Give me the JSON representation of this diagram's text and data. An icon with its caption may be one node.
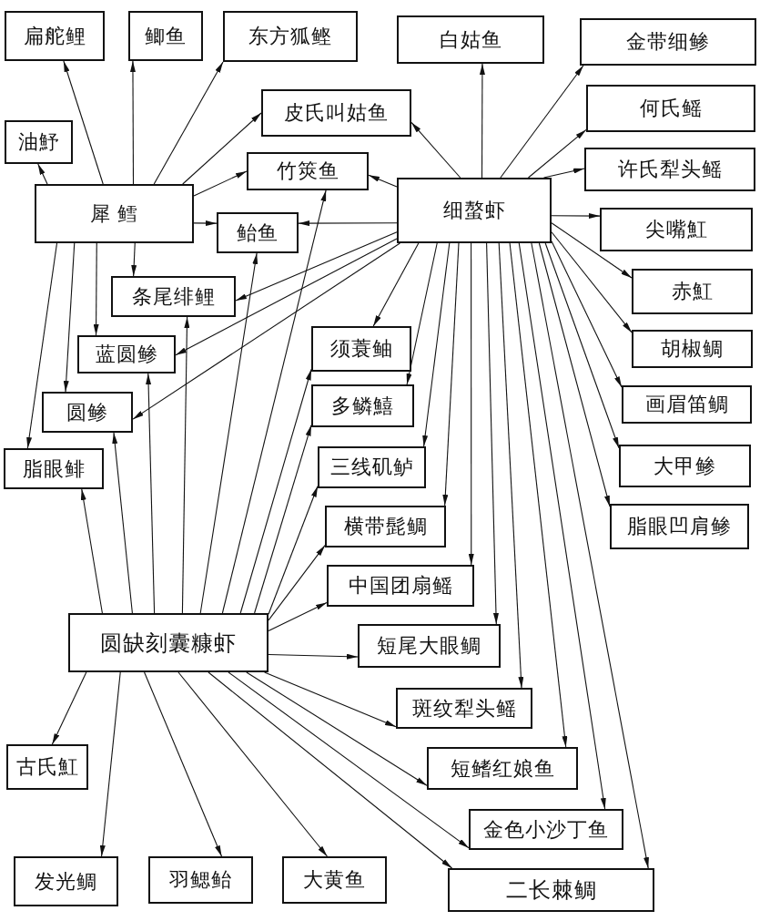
{
  "diagram": {
    "nodes": [
      {
        "text": [
          "扁舵鲤"
        ]
      },
      {
        "text": [
          "鲫鱼"
        ]
      },
      {
        "text": [
          "东方狐鲣"
        ]
      },
      {
        "text": [
          "白姑鱼"
        ]
      },
      {
        "text": [
          "金带细鲹"
        ]
      },
      {
        "text": [
          "皮氏叫姑鱼"
        ]
      },
      {
        "text": [
          "油魣"
        ]
      },
      {
        "text": [
          "何氏鳐"
        ]
      },
      {
        "text": [
          "竹筴鱼"
        ]
      },
      {
        "text": [
          "许氏犁头鳐"
        ]
      },
      {
        "text": [
          "犀 鳕"
        ]
      },
      {
        "text": [
          "细螯虾"
        ]
      },
      {
        "text": [
          "鲐鱼"
        ]
      },
      {
        "text": [
          "尖嘴魟"
        ]
      },
      {
        "text": [
          "条尾绯鲤"
        ]
      },
      {
        "text": [
          "赤魟"
        ]
      },
      {
        "text": [
          "蓝圆鲹"
        ]
      },
      {
        "text": [
          "须蓑鲉"
        ]
      },
      {
        "text": [
          "胡椒鲷"
        ]
      },
      {
        "text": [
          "圆鲹"
        ]
      },
      {
        "text": [
          "多鳞鱚"
        ]
      },
      {
        "text": [
          "画眉笛鲷"
        ]
      },
      {
        "text": [
          "脂眼鲱"
        ]
      },
      {
        "text": [
          "三线矶鲈"
        ]
      },
      {
        "text": [
          "大甲鲹"
        ]
      },
      {
        "text": [
          "横带髭鲷"
        ]
      },
      {
        "text": [
          "脂眼凹肩鲹"
        ]
      },
      {
        "text": [
          "中国团扇鳐"
        ]
      },
      {
        "text": [
          "圆缺刻囊糠虾"
        ]
      },
      {
        "text": [
          "短尾大眼鲷"
        ]
      },
      {
        "text": [
          "斑纹犁头鳐"
        ]
      },
      {
        "text": [
          "古氏魟"
        ]
      },
      {
        "text": [
          "短鳍红娘鱼"
        ]
      },
      {
        "text": [
          "金色小沙丁鱼"
        ]
      },
      {
        "text": [
          "发光鲷"
        ]
      },
      {
        "text": [
          "羽鳃鲐"
        ]
      },
      {
        "text": [
          "大黄鱼"
        ]
      },
      {
        "text": [
          "二长棘鲷"
        ]
      }
    ],
    "edges": [
      {
        "from": 10,
        "to": 0,
        "arrow": "to"
      },
      {
        "from": 10,
        "to": 1,
        "arrow": "to"
      },
      {
        "from": 10,
        "to": 2,
        "arrow": "to"
      },
      {
        "from": 10,
        "to": 5,
        "arrow": "to"
      },
      {
        "from": 10,
        "to": 6,
        "arrow": "to"
      },
      {
        "from": 10,
        "to": 8,
        "arrow": "to"
      },
      {
        "from": 10,
        "to": 12,
        "arrow": "to"
      },
      {
        "from": 10,
        "to": 14,
        "arrow": "to"
      },
      {
        "from": 10,
        "to": 16,
        "arrow": "to"
      },
      {
        "from": 10,
        "to": 19,
        "arrow": "to"
      },
      {
        "from": 10,
        "to": 22,
        "arrow": "to"
      },
      {
        "from": 11,
        "to": 3,
        "arrow": "to"
      },
      {
        "from": 11,
        "to": 4,
        "arrow": "to"
      },
      {
        "from": 11,
        "to": 5,
        "arrow": "to"
      },
      {
        "from": 11,
        "to": 7,
        "arrow": "to"
      },
      {
        "from": 11,
        "to": 9,
        "arrow": "to"
      },
      {
        "from": 11,
        "to": 13,
        "arrow": "to"
      },
      {
        "from": 11,
        "to": 15,
        "arrow": "to"
      },
      {
        "from": 11,
        "to": 18,
        "arrow": "to"
      },
      {
        "from": 11,
        "to": 21,
        "arrow": "to"
      },
      {
        "from": 11,
        "to": 24,
        "arrow": "to"
      },
      {
        "from": 11,
        "to": 26,
        "arrow": "to"
      },
      {
        "from": 11,
        "to": 8,
        "arrow": "to"
      },
      {
        "from": 11,
        "to": 12,
        "arrow": "to"
      },
      {
        "from": 11,
        "to": 14,
        "arrow": "to"
      },
      {
        "from": 11,
        "to": 16,
        "arrow": "to"
      },
      {
        "from": 11,
        "to": 19,
        "arrow": "to"
      },
      {
        "from": 11,
        "to": 17,
        "arrow": "to"
      },
      {
        "from": 11,
        "to": 20,
        "arrow": "to"
      },
      {
        "from": 11,
        "to": 23,
        "arrow": "to"
      },
      {
        "from": 11,
        "to": 25,
        "arrow": "to"
      },
      {
        "from": 11,
        "to": 27,
        "arrow": "to"
      },
      {
        "from": 11,
        "to": 29,
        "arrow": "to"
      },
      {
        "from": 11,
        "to": 30,
        "arrow": "to"
      },
      {
        "from": 11,
        "to": 32,
        "arrow": "to"
      },
      {
        "from": 11,
        "to": 33,
        "arrow": "to"
      },
      {
        "from": 11,
        "to": 37,
        "arrow": "to"
      },
      {
        "from": 28,
        "to": 22,
        "arrow": "to"
      },
      {
        "from": 28,
        "to": 19,
        "arrow": "to"
      },
      {
        "from": 28,
        "to": 16,
        "arrow": "to"
      },
      {
        "from": 28,
        "to": 14,
        "arrow": "to"
      },
      {
        "from": 28,
        "to": 12,
        "arrow": "to"
      },
      {
        "from": 28,
        "to": 8,
        "arrow": "to"
      },
      {
        "from": 28,
        "to": 17,
        "arrow": "to"
      },
      {
        "from": 28,
        "to": 20,
        "arrow": "to"
      },
      {
        "from": 28,
        "to": 23,
        "arrow": "to"
      },
      {
        "from": 28,
        "to": 25,
        "arrow": "to"
      },
      {
        "from": 28,
        "to": 27,
        "arrow": "to"
      },
      {
        "from": 28,
        "to": 29,
        "arrow": "to"
      },
      {
        "from": 28,
        "to": 30,
        "arrow": "to"
      },
      {
        "from": 28,
        "to": 32,
        "arrow": "to"
      },
      {
        "from": 28,
        "to": 33,
        "arrow": "to"
      },
      {
        "from": 28,
        "to": 37,
        "arrow": "to"
      },
      {
        "from": 28,
        "to": 31,
        "arrow": "to"
      },
      {
        "from": 28,
        "to": 34,
        "arrow": "to"
      },
      {
        "from": 28,
        "to": 35,
        "arrow": "to"
      },
      {
        "from": 28,
        "to": 36,
        "arrow": "to"
      }
    ]
  }
}
